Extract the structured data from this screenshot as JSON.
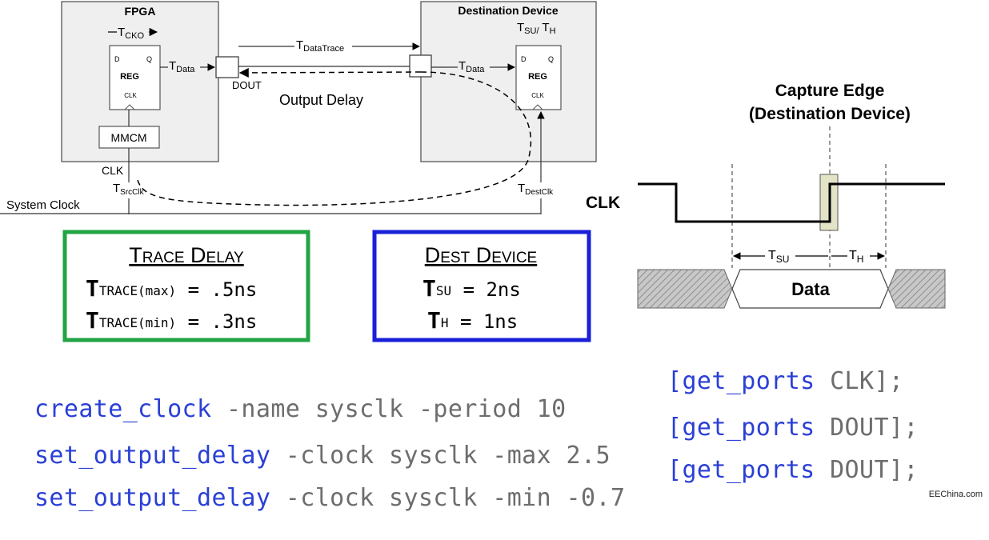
{
  "fpga": {
    "title": "FPGA",
    "tcko_base": "T",
    "tcko_sub": "CKO",
    "reg_d": "D",
    "reg_q": "Q",
    "reg_label": "REG",
    "reg_clk": "CLK",
    "mmcm": "MMCM",
    "dout": "DOUT",
    "clk": "CLK",
    "tsrcclk_base": "T",
    "tsrcclk_sub": "SrcClk"
  },
  "dest": {
    "title": "Destination Device",
    "tsu_th": "T",
    "tsu_sub": "SU/",
    "th": " T",
    "th_sub": "H",
    "reg_d": "D",
    "reg_q": "Q",
    "reg_label": "REG",
    "reg_clk": "CLK",
    "tdestclk_base": "T",
    "tdestclk_sub": "DestClk"
  },
  "traces": {
    "tdatatrace_base": "T",
    "tdatatrace_sub": "DataTrace",
    "tdata_base": "T",
    "tdata_sub": "Data",
    "output_delay": "Output Delay",
    "system_clock": "System Clock"
  },
  "trace_box": {
    "title": "Trace Delay",
    "color": "#22a444",
    "max_T": "T",
    "max_sub": "TRACE(max)",
    "max_val": " = .5ns",
    "min_T": "T",
    "min_sub": "TRACE(min)",
    "min_val": " = .3ns"
  },
  "dest_box": {
    "title": "Dest Device",
    "color": "#1a20d8",
    "tsu_T": "T",
    "tsu_sub": "SU",
    "tsu_val": " = 2ns",
    "th_T": "T",
    "th_sub": "H",
    "th_val": " = 1ns"
  },
  "timing": {
    "title_line1": "Capture Edge",
    "title_line2": "(Destination Device)",
    "clk": "CLK",
    "tsu_base": "T",
    "tsu_sub": "SU",
    "th_base": "T",
    "th_sub": "H",
    "data": "Data"
  },
  "code": [
    {
      "cmd": "create_clock",
      "args": " -name sysclk -period 10",
      "gp": "[get_ports",
      "tail": " CLK];"
    },
    {
      "cmd": "set_output_delay",
      "args": " -clock sysclk -max 2.5",
      "gp": "[get_ports",
      "tail": " DOUT];"
    },
    {
      "cmd": "set_output_delay",
      "args": " -clock sysclk -min -0.7",
      "gp": "[get_ports",
      "tail": " DOUT];"
    }
  ],
  "credit": "EEChina.com",
  "colors": {
    "code_keyword": "#2a3fd6",
    "code_text": "#6d6d6d",
    "box_fill": "#efefef",
    "hatch": "#9a9a9a",
    "capture_fill": "#e3e3c8"
  }
}
